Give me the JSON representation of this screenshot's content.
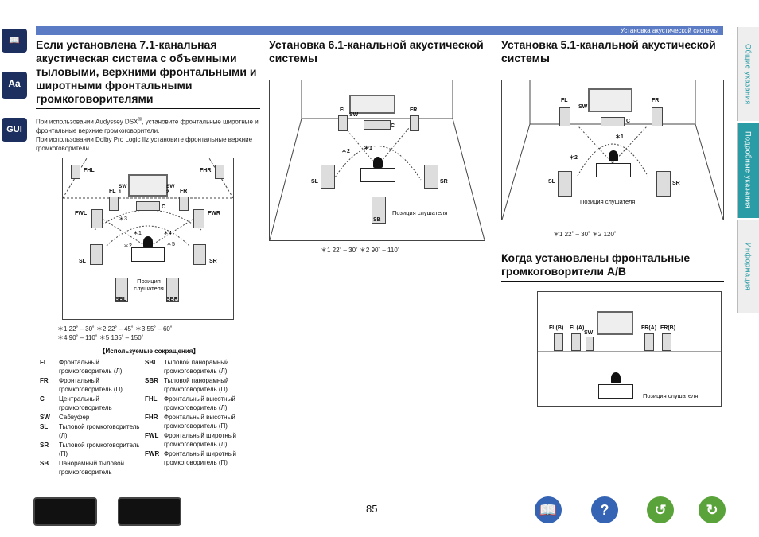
{
  "header": {
    "title": "Установка акустической системы"
  },
  "left_tabs": [
    "📖",
    "Aa",
    "GUI"
  ],
  "right_tabs": [
    {
      "label": "Общие указания",
      "active": false
    },
    {
      "label": "Подробные указания",
      "active": true
    },
    {
      "label": "Информация",
      "active": false
    }
  ],
  "sec71": {
    "title": "Если установлена 7.1-канальная акустическая система с объемными тыловыми, верхними фронтальными и широтными фронтальными громкоговорителями",
    "note1a": "При использовании Audyssey DSX",
    "note1sup": "®",
    "note1b": ", установите фронтальные широтные и фронтальные верхние громкоговорители.",
    "note2": "При использовании Dolby Pro Logic IIz установите фронтальные верхние громкоговорители.",
    "angles_row1": "＊1  22˚ – 30˚      ＊2  22˚ – 45˚      ＊3  55˚ – 60˚",
    "angles_row2": "＊4  90˚ – 110˚     ＊5  135˚ – 150˚",
    "listener": "Позиция слушателя",
    "labels": {
      "fhl": "FHL",
      "fhr": "FHR",
      "fl": "FL",
      "fr": "FR",
      "sw1": "SW 1",
      "sw2": "SW 2",
      "c": "C",
      "fwl": "FWL",
      "fwr": "FWR",
      "sl": "SL",
      "sr": "SR",
      "sbl": "SBL",
      "sbr": "SBR"
    }
  },
  "abbr": {
    "title": "【Используемые сокращения】",
    "left": [
      {
        "k": "FL",
        "v": "Фронтальный громкоговоритель (Л)"
      },
      {
        "k": "FR",
        "v": "Фронтальный громкоговоритель (П)"
      },
      {
        "k": "C",
        "v": "Центральный громкоговоритель"
      },
      {
        "k": "SW",
        "v": "Сабвуфер"
      },
      {
        "k": "SL",
        "v": "Тыловой громкоговоритель (Л)"
      },
      {
        "k": "SR",
        "v": "Тыловой громкоговоритель (П)"
      },
      {
        "k": "SB",
        "v": "Панорамный тыловой громкоговоритель"
      }
    ],
    "right": [
      {
        "k": "SBL",
        "v": "Тыловой панорамный громкоговоритель (Л)"
      },
      {
        "k": "SBR",
        "v": "Тыловой панорамный громкоговоритель (П)"
      },
      {
        "k": "FHL",
        "v": "Фронтальный высотный громкоговоритель (Л)"
      },
      {
        "k": "FHR",
        "v": "Фронтальный высотный громкоговоритель (П)"
      },
      {
        "k": "FWL",
        "v": "Фронтальный широтный громкоговоритель (Л)"
      },
      {
        "k": "FWR",
        "v": "Фронтальный широтный громкоговоритель (П)"
      }
    ]
  },
  "sec61": {
    "title": "Установка 6.1-канальной акустической системы",
    "angles": "＊1  22˚ – 30˚      ＊2  90˚ – 110˚",
    "listener": "Позиция слушателя",
    "labels": {
      "fl": "FL",
      "fr": "FR",
      "sw": "SW",
      "c": "C",
      "sl": "SL",
      "sr": "SR",
      "sb": "SB",
      "a1": "＊1",
      "a2": "＊2"
    }
  },
  "sec51": {
    "title": "Установка 5.1-канальной акустической системы",
    "angles": "＊1  22˚ – 30˚      ＊2  120˚",
    "listener": "Позиция слушателя",
    "labels": {
      "fl": "FL",
      "fr": "FR",
      "sw": "SW",
      "c": "C",
      "sl": "SL",
      "sr": "SR",
      "a1": "＊1",
      "a2": "＊2"
    }
  },
  "secAB": {
    "title": "Когда установлены фронтальные громкоговорители A/B",
    "listener": "Позиция слушателя",
    "labels": {
      "flb": "FL(B)",
      "fla": "FL(A)",
      "sw": "SW",
      "fra": "FR(A)",
      "frb": "FR(B)"
    }
  },
  "footer": {
    "page": "85"
  },
  "nav_buttons": [
    "book-icon",
    "help-icon",
    "back-icon",
    "forward-icon"
  ]
}
